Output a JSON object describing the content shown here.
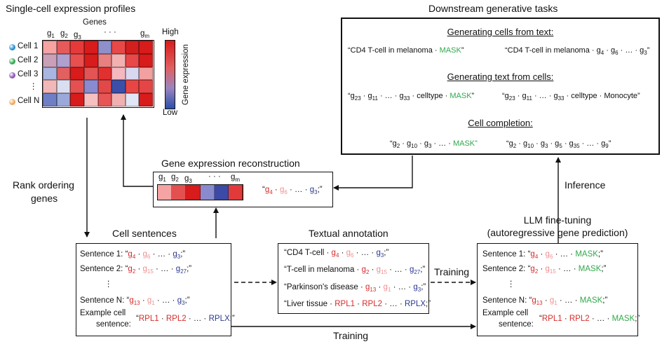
{
  "profiles": {
    "title": "Single-cell expression profiles",
    "genes_label": "Genes",
    "col_labels": [
      "g1",
      "g2",
      "g3",
      "· · ·",
      "gm"
    ],
    "cells": [
      "Cell 1",
      "Cell 2",
      "Cell 3",
      "⋮",
      "Cell N"
    ],
    "cell_colors": [
      "#2a8fd0",
      "#34a853",
      "#8e55b5",
      "#f0a860"
    ],
    "colorbar_high": "High",
    "colorbar_low": "Low",
    "colorbar_label": "Gene expression",
    "heatmap": [
      [
        "#f6a3a3",
        "#e65a5a",
        "#e63a3a",
        "#d81b1b",
        "#8f8fcc",
        "#e84848",
        "#d41f1f",
        "#d81b1b"
      ],
      [
        "#c9a0b8",
        "#b0a0d0",
        "#e85050",
        "#d81b1b",
        "#e88080",
        "#f3b0b0",
        "#e84848",
        "#d81b1b"
      ],
      [
        "#a8b6e0",
        "#e26060",
        "#d81b1b",
        "#e35454",
        "#e23030",
        "#f5b8c0",
        "#d8d8f0",
        "#f3a0a0"
      ],
      [
        "#f2b8b8",
        "#d9dff0",
        "#e65050",
        "#8a8ad0",
        "#e34848",
        "#3b4fa8",
        "#e84545",
        "#e64545"
      ],
      [
        "#6f7fc5",
        "#9aa9d9",
        "#d81b1b",
        "#f6c0c0",
        "#e85555",
        "#f1b0b0",
        "#e0e6f5",
        "#d81b1b"
      ]
    ]
  },
  "labels": {
    "rank_ordering": "Rank ordering genes",
    "reconstruction": "Gene expression reconstruction",
    "inference": "Inference",
    "training": "Training",
    "training2": "Training"
  },
  "reconstruction_bar": [
    "#f5a3a3",
    "#e35050",
    "#d81b1b",
    "#8a8acf",
    "#3a4aa5",
    "#e23a3a"
  ],
  "cell_sentences": {
    "title": "Cell sentences",
    "rows": [
      "Sentence 1:",
      "Sentence 2:",
      "⋮",
      "Sentence N:"
    ],
    "example_label_1": "Example cell",
    "example_label_2": "sentence:",
    "example_text": "“RPL1 · RPL2 · … · RPLX;”"
  },
  "textual_annotation": {
    "title": "Textual annotation",
    "rows": [
      "“CD4 T-cell ·",
      "“T-cell in melanoma ·",
      "“Parkinson's disease ·",
      "“Liver tissue ·"
    ],
    "liver_genes": "RPL1 · RPL2 · … · RPLX;”"
  },
  "llm": {
    "title_1": "LLM fine-tuning",
    "title_2": "(autoregressive gene prediction)",
    "rows": [
      "Sentence 1:",
      "Sentence 2:",
      "⋮",
      "Sentence N:"
    ],
    "example_label_1": "Example cell",
    "example_label_2": "sentence:",
    "example_text": "“RPL1 · RPL2 · … · MASK;”",
    "mask": "MASK;”"
  },
  "downstream": {
    "title": "Downstream generative tasks",
    "task1_title": "Generating cells from text:",
    "task1_in": "“CD4 T-cell in melanoma ·",
    "task1_out": "“CD4 T-cell in melanoma ·",
    "task2_title": "Generating text from cells:",
    "task2_in_tail": "· celltype ·",
    "task2_out_tail": "· celltype · Monocyte”",
    "task3_title": "Cell completion:",
    "mask": "MASK”"
  }
}
